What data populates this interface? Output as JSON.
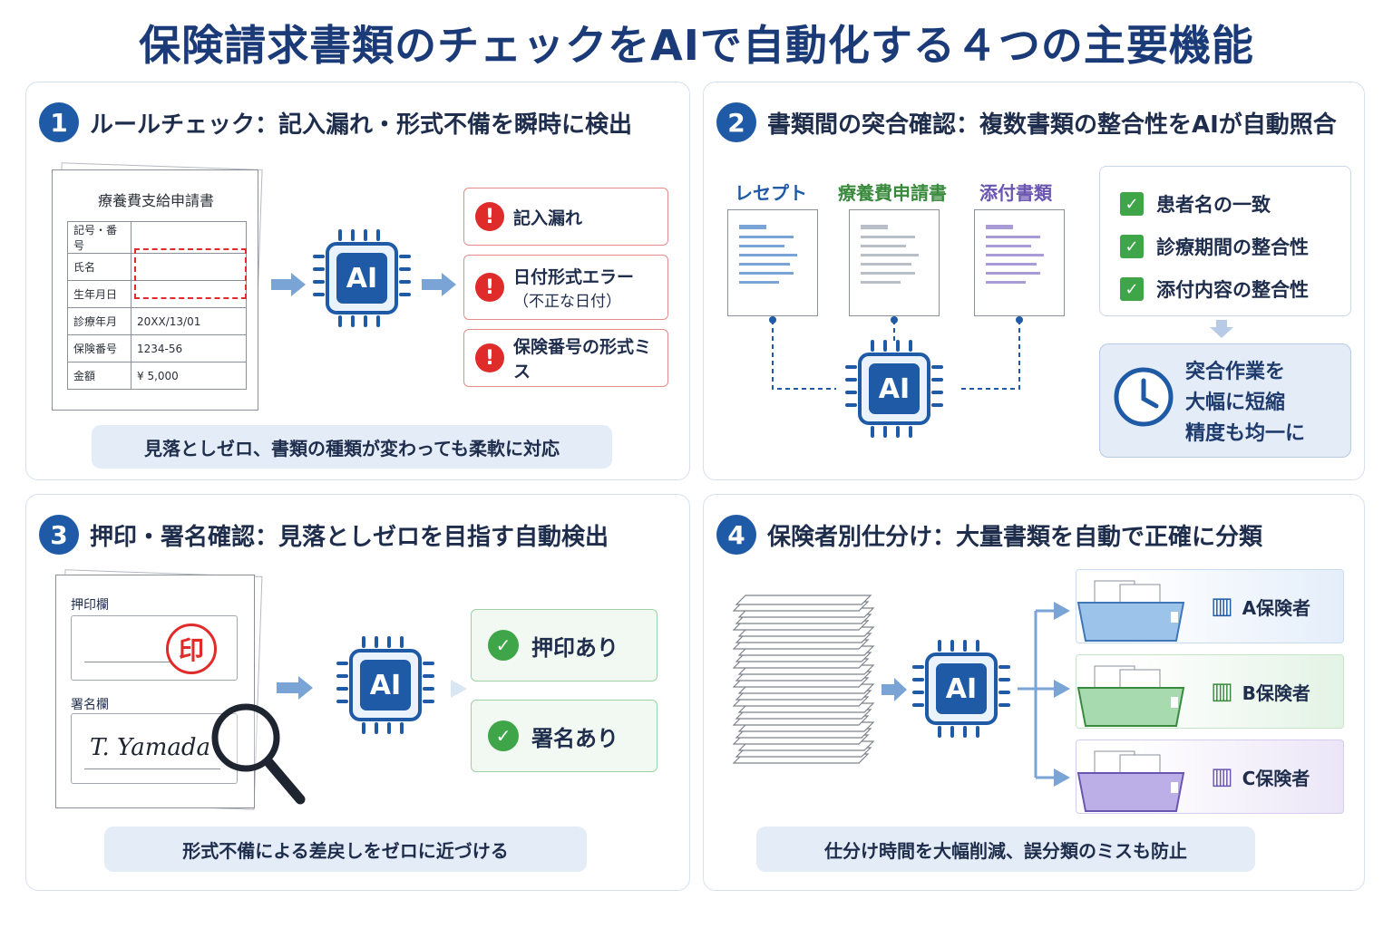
{
  "title": "保険請求書類のチェックをAIで自動化する４つの主要機能",
  "ai_label": "AI",
  "panels": [
    {
      "number": "1",
      "title": "ルールチェック：記入漏れ・形式不備を瞬時に検出",
      "form": {
        "title": "療養費支給申請書",
        "rows": [
          {
            "label": "記号・番号",
            "value": ""
          },
          {
            "label": "氏名",
            "value": ""
          },
          {
            "label": "生年月日",
            "value": ""
          },
          {
            "label": "診療年月",
            "value": "20XX/13/01"
          },
          {
            "label": "保険番号",
            "value": "1234-56"
          },
          {
            "label": "金額",
            "value": "¥ 5,000"
          }
        ]
      },
      "errors": [
        {
          "line1": "記入漏れ",
          "line2": ""
        },
        {
          "line1": "日付形式エラー",
          "line2": "（不正な日付）"
        },
        {
          "line1": "保険番号の形式ミス",
          "line2": ""
        }
      ],
      "note": "見落としゼロ、書類の種類が変わっても柔軟に対応"
    },
    {
      "number": "2",
      "title": "書類間の突合確認：複数書類の整合性をAIが自動照合",
      "docs": [
        "レセプト",
        "療養費申請書",
        "添付書類"
      ],
      "checks": [
        "患者名の一致",
        "診療期間の整合性",
        "添付内容の整合性"
      ],
      "result": [
        "突合作業を",
        "大幅に短縮",
        "精度も均一に"
      ]
    },
    {
      "number": "3",
      "title": "押印・署名確認：見落としゼロを目指す自動検出",
      "stamp_label": "押印欄",
      "stamp_text": "印",
      "sign_label": "署名欄",
      "signature": "T. Yamada",
      "results": [
        "押印あり",
        "署名あり"
      ],
      "note": "形式不備による差戻しをゼロに近づける"
    },
    {
      "number": "4",
      "title": "保険者別仕分け：大量書類を自動で正確に分類",
      "insurers": [
        "A保険者",
        "B保険者",
        "C保険者"
      ],
      "note": "仕分け時間を大幅削減、誤分類のミスも防止"
    }
  ],
  "colors": {
    "primary": "#1f5aa6",
    "error": "#e02b2b",
    "ok": "#3ea548",
    "doc_receipt": "#1f5aa6",
    "doc_application": "#3a8a3e",
    "doc_attachment": "#6a55b0"
  }
}
